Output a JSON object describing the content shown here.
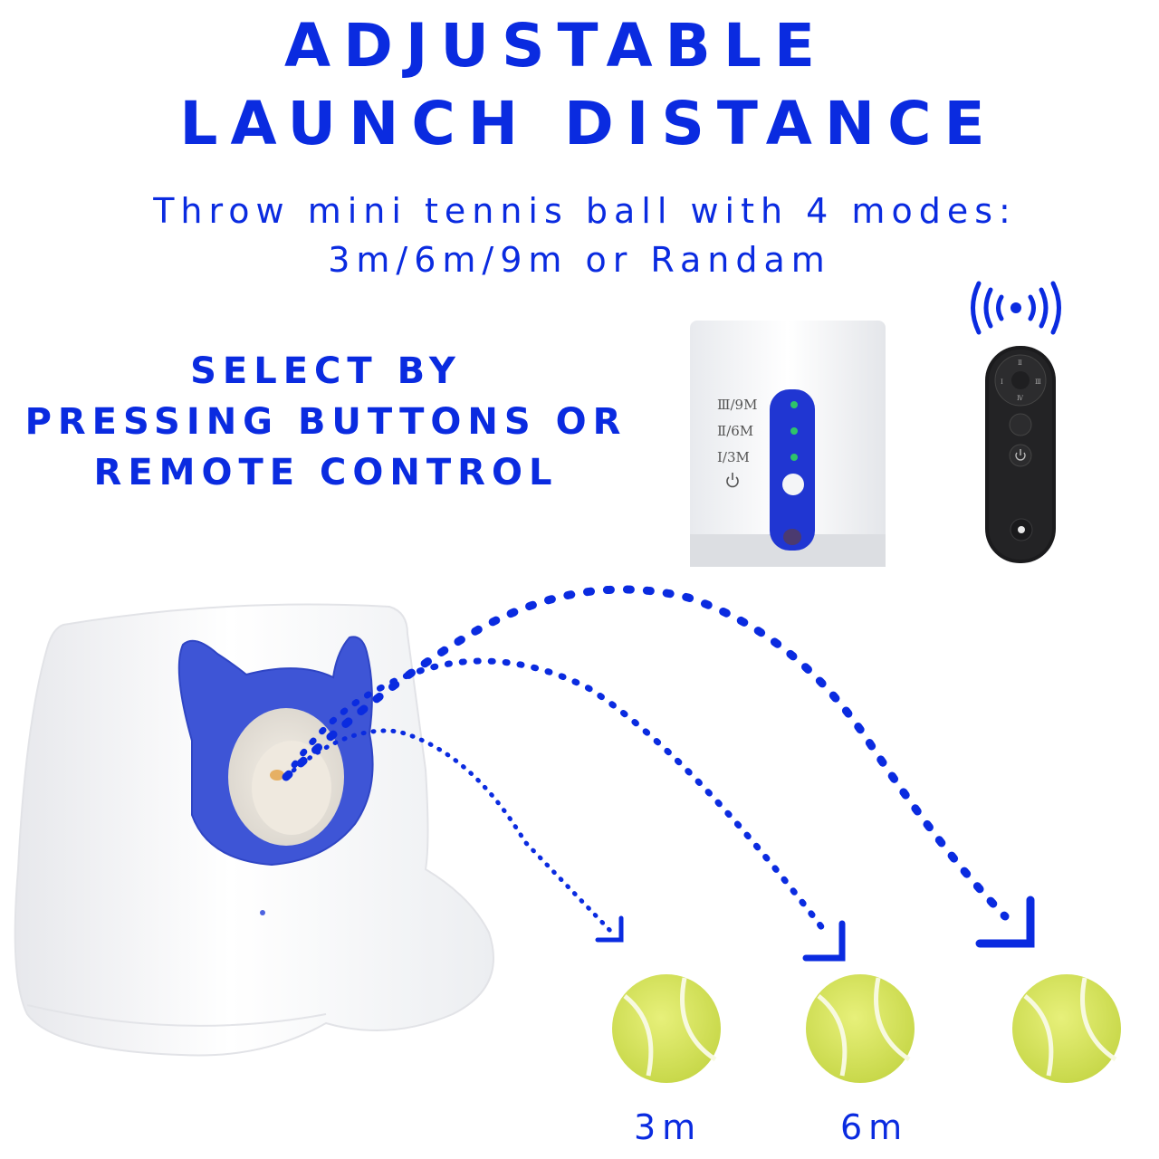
{
  "headline": {
    "line1": "ADJUSTABLE",
    "line2": "LAUNCH DISTANCE"
  },
  "subtitle": {
    "line1": "Throw mini tennis ball with 4 modes:",
    "line2": "3m/6m/9m or Randam"
  },
  "select": {
    "line1": "SELECT BY",
    "line2": "PRESSING BUTTONS OR",
    "line3": "REMOTE CONTROL"
  },
  "panel": {
    "mode3": "Ⅲ/9M",
    "mode2": "Ⅱ/6M",
    "mode1": "Ⅰ/3M"
  },
  "remote": {
    "btn_top": "Ⅱ",
    "btn_left": "Ⅰ",
    "btn_right": "Ⅲ",
    "btn_bottom": "Ⅳ"
  },
  "distances": {
    "d1": "3m",
    "d2": "6m"
  },
  "colors": {
    "brand_blue": "#0a2be0",
    "launcher_blue": "#3e55d6",
    "ball": "#d8e85a",
    "led": "#2ec46a"
  },
  "icons": [
    "wireless-signal-icon",
    "power-icon"
  ]
}
